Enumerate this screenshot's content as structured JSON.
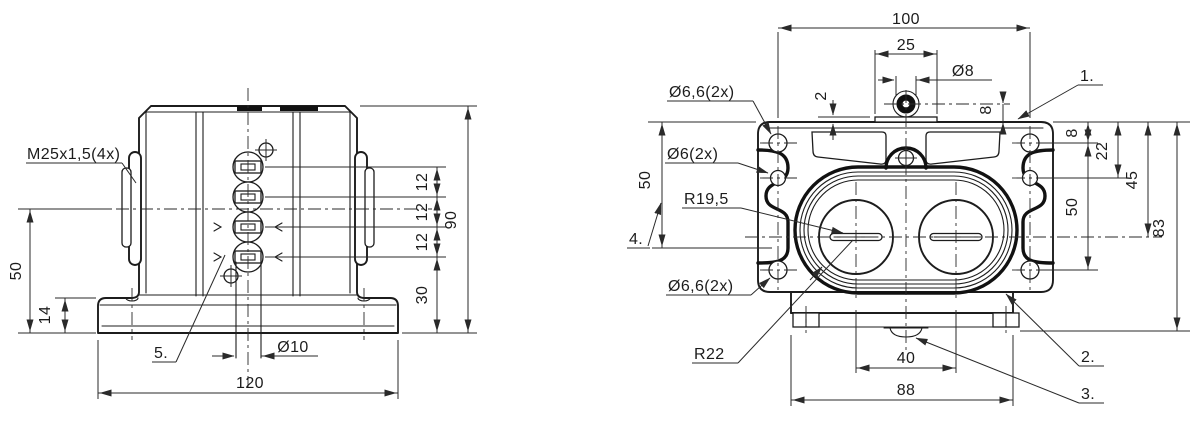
{
  "drawing": {
    "colors": {
      "line": "#1c1c1c",
      "background": "#ffffff"
    },
    "left": {
      "thread_label": "M25x1,5(4x)",
      "dim_50": "50",
      "dim_14": "14",
      "callout_5": "5.",
      "dim_d10": "Ø10",
      "dim_120": "120",
      "dim_12a": "12",
      "dim_12b": "12",
      "dim_12c": "12",
      "dim_30": "30",
      "dim_90": "90"
    },
    "right": {
      "dim_100": "100",
      "dim_25": "25",
      "dim_d8": "Ø8",
      "dim_2": "2",
      "dim_8_eyelet": "8",
      "callout_1": "1.",
      "callout_2": "2.",
      "callout_3": "3.",
      "callout_4": "4.",
      "label_d66_top": "Ø6,6(2x)",
      "label_d6": "Ø6(2x)",
      "label_r195": "R19,5",
      "label_d66_bottom": "Ø6,6(2x)",
      "label_r22": "R22",
      "dim_50_left": "50",
      "dim_8_right": "8",
      "dim_22": "22",
      "dim_45": "45",
      "dim_50_right": "50",
      "dim_83": "83",
      "dim_40": "40",
      "dim_88": "88"
    }
  }
}
